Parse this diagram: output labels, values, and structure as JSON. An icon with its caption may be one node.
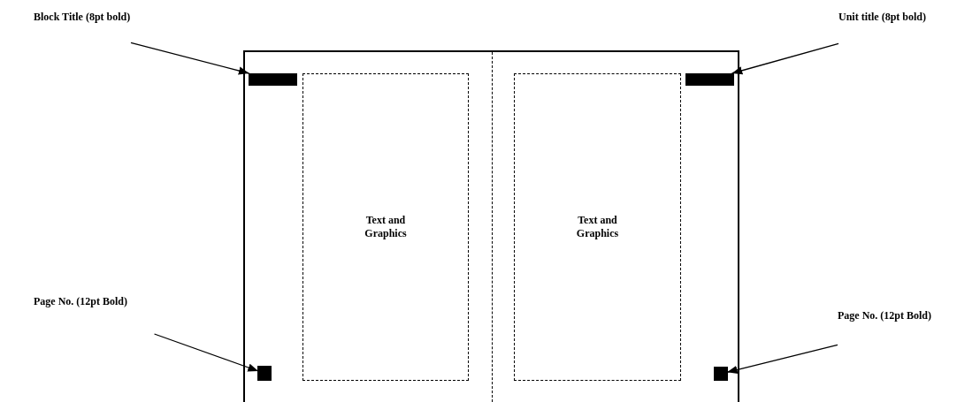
{
  "diagram": {
    "nodes": [
      {
        "text": [],
        "shape": "box"
      },
      {
        "text": [],
        "shape": "bar",
        "in": 0
      },
      {
        "text": [],
        "shape": "bar",
        "in": 0
      },
      {
        "text": [],
        "shape": "box",
        "in": 0
      },
      {
        "text": [],
        "shape": "box",
        "in": 0
      },
      {
        "text": [
          "Text and Graphics"
        ],
        "in": 0
      },
      {
        "text": [
          "Text and Graphics"
        ],
        "in": 0
      },
      {
        "text": [
          "Block Title (8pt bold)"
        ]
      },
      {
        "text": [
          "Unit title (8pt bold)"
        ]
      },
      {
        "text": [
          "Page No. (12pt Bold)"
        ]
      },
      {
        "text": [
          "Page No. (12pt Bold)"
        ]
      }
    ],
    "edges": [
      {
        "from": 7,
        "to": 1,
        "arrow": "to"
      },
      {
        "from": 8,
        "to": 2,
        "arrow": "to"
      },
      {
        "from": 9,
        "to": 3,
        "arrow": "to"
      },
      {
        "from": 10,
        "to": 4,
        "arrow": "to"
      }
    ]
  }
}
